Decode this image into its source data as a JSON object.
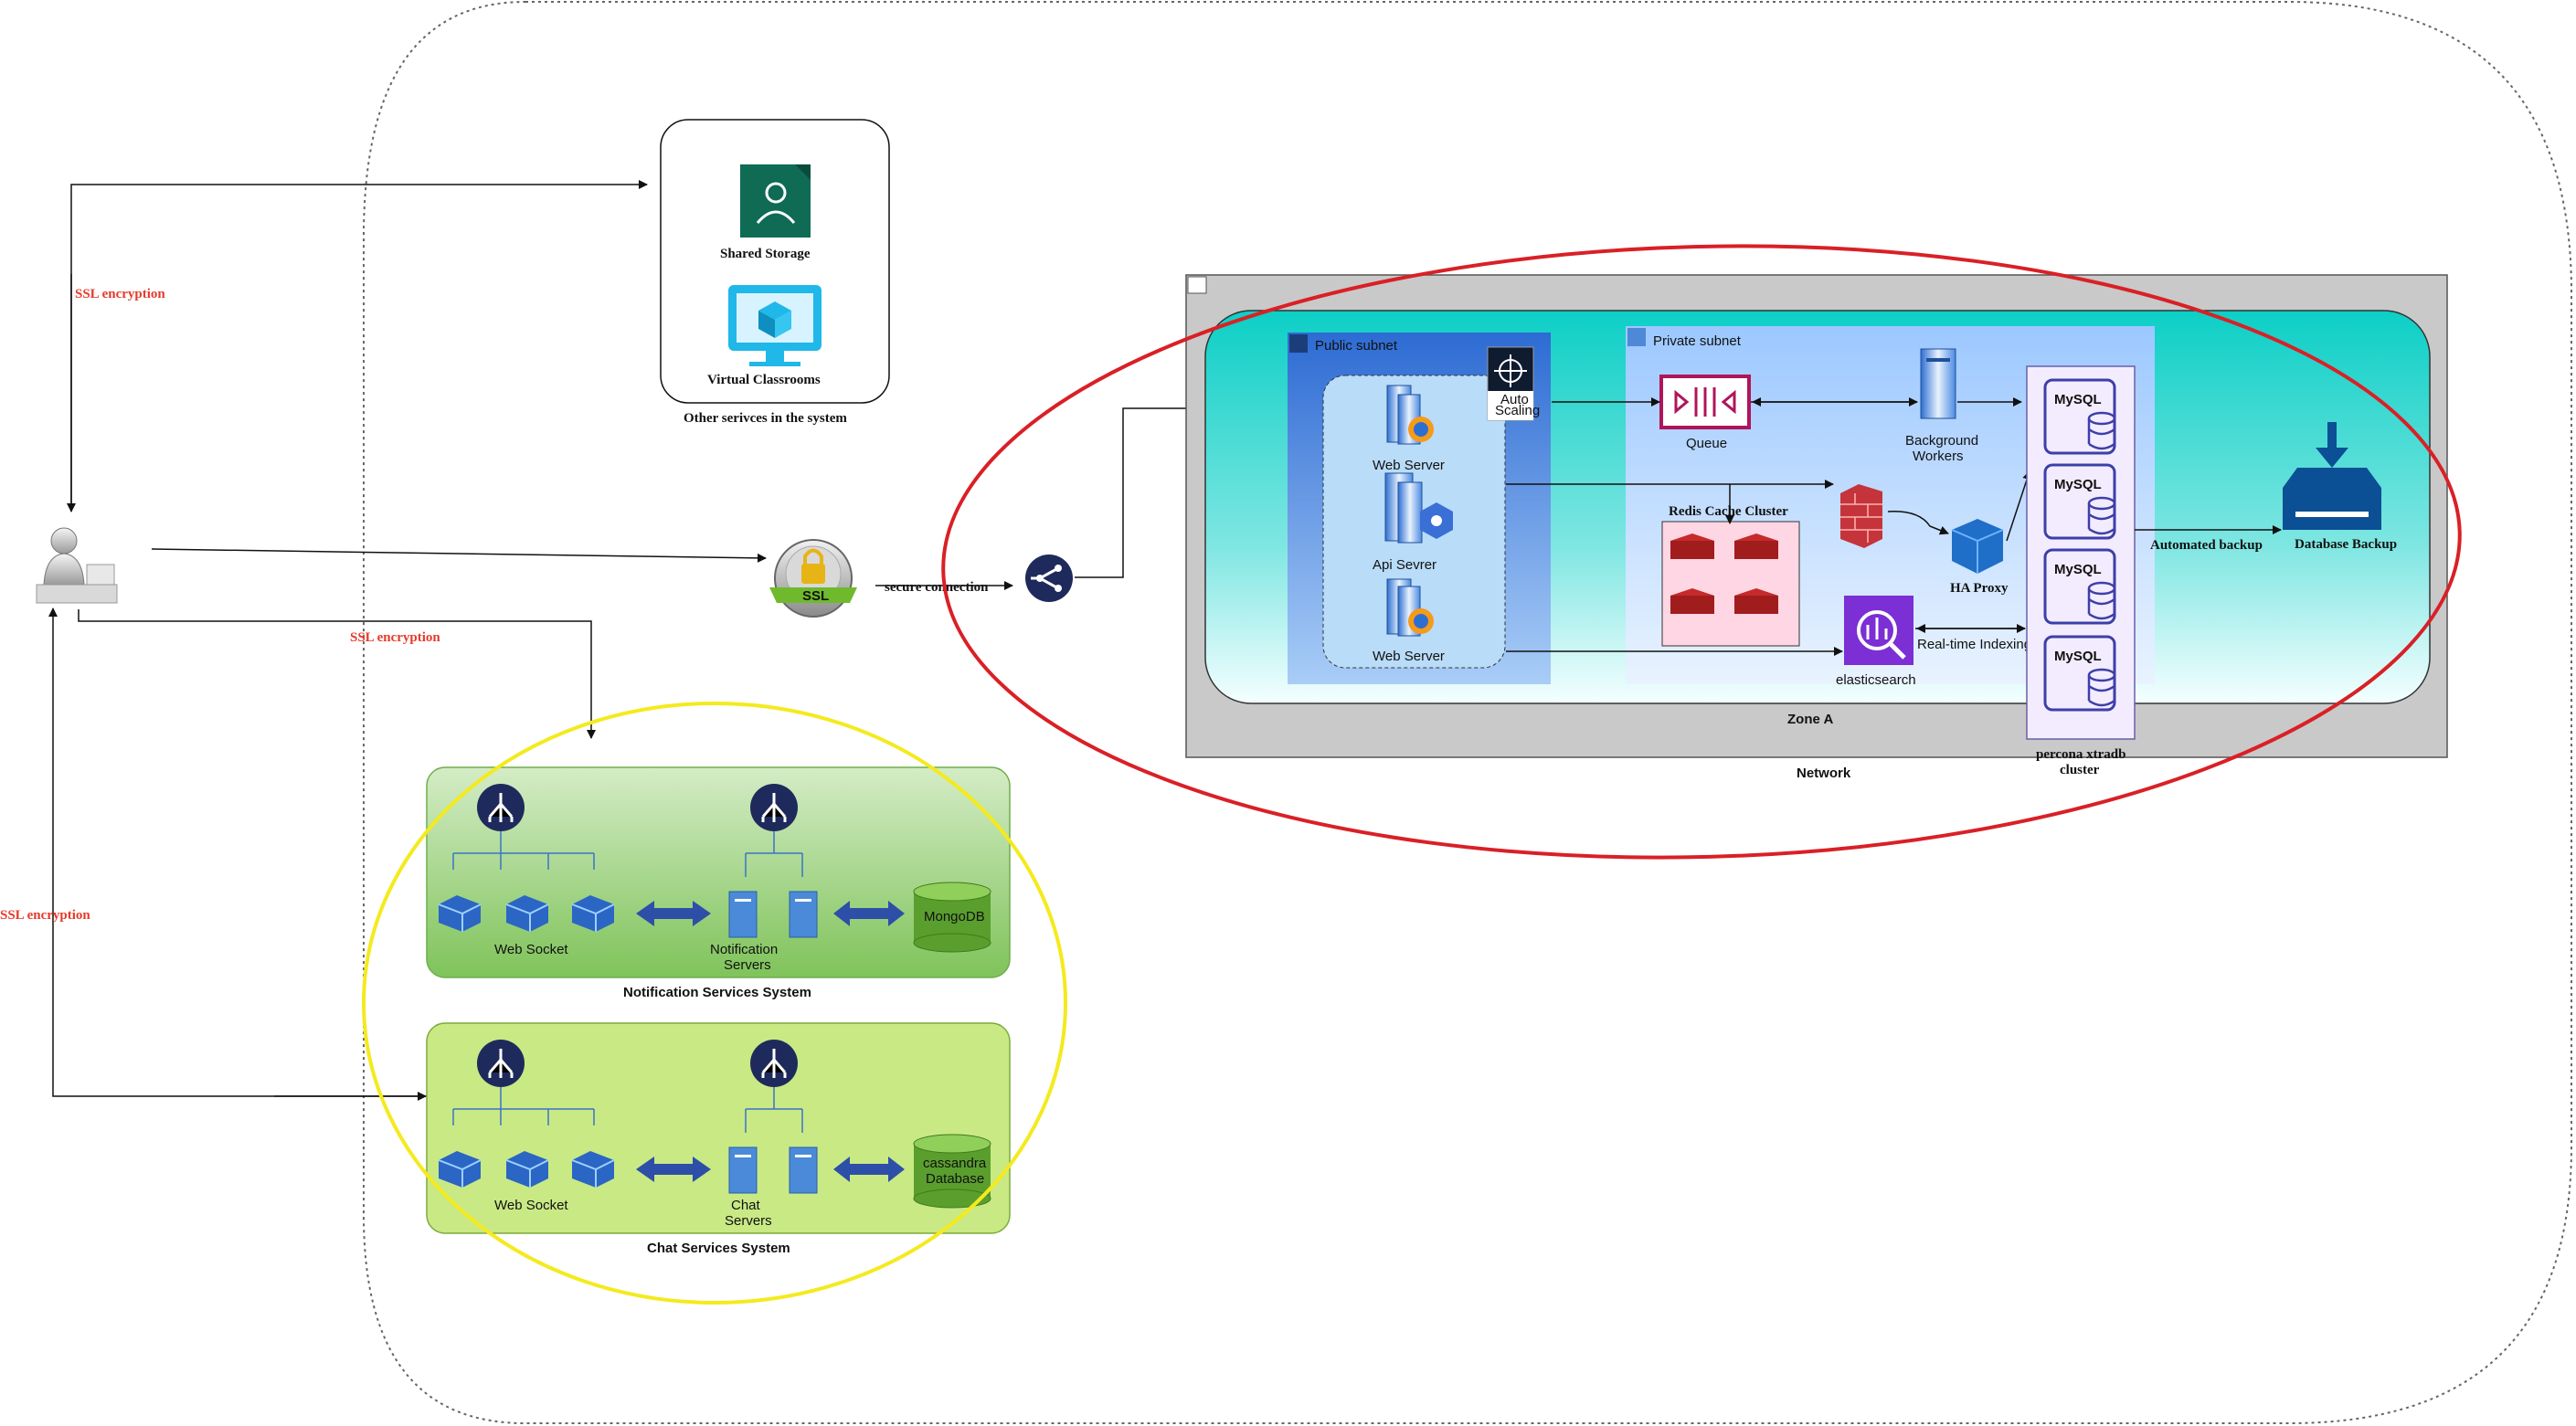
{
  "colors": {
    "ssl_label": "#e53b2c",
    "highlight_red": "#d92026",
    "highlight_yellow": "#f4ea1e",
    "zone_teal": "#0ecfc8",
    "public_subnet": "#2a6fd1",
    "private_subnet": "#9ec9ff",
    "notification_green": "#8fcf6c",
    "chat_green": "#c9e985",
    "mysql_purple": "#3d3fa8",
    "node_navy": "#1f2a5c"
  },
  "labels": {
    "ssl_top": "SSL encryption",
    "ssl_mid": "SSL encryption",
    "ssl_left": "SSL encryption",
    "secure_connection": "secure connection",
    "ssl_badge": "SSL",
    "shared_storage": "Shared Storage",
    "virtual_classrooms": "Virtual Classrooms",
    "other_services": "Other serivces in the system",
    "public_subnet": "Public subnet",
    "private_subnet": "Private subnet",
    "auto_scaling_1": "Auto",
    "auto_scaling_2": "Scaling",
    "web_server_1": "Web Server",
    "api_server": "Api Sevrer",
    "web_server_2": "Web Server",
    "queue": "Queue",
    "background_workers_1": "Background",
    "background_workers_2": "Workers",
    "redis_cluster": "Redis Cache Cluster",
    "ha_proxy": "HA Proxy",
    "elasticsearch": "elasticsearch",
    "realtime_indexing": "Real-time Indexing",
    "mysql": "MySQL",
    "percona_1": "percona xtradb",
    "percona_2": "cluster",
    "automated_backup": "Automated backup",
    "database_backup": "Database Backup",
    "zone_a": "Zone A",
    "network": "Network",
    "web_socket_1": "Web Socket",
    "notification_servers_1": "Notification",
    "notification_servers_2": "Servers",
    "mongodb": "MongoDB",
    "notification_system": "Notification Services System",
    "web_socket_2": "Web Socket",
    "chat_servers_1": "Chat",
    "chat_servers_2": "Servers",
    "cassandra_1": "cassandra",
    "cassandra_2": "Database",
    "chat_system": "Chat Services System"
  }
}
